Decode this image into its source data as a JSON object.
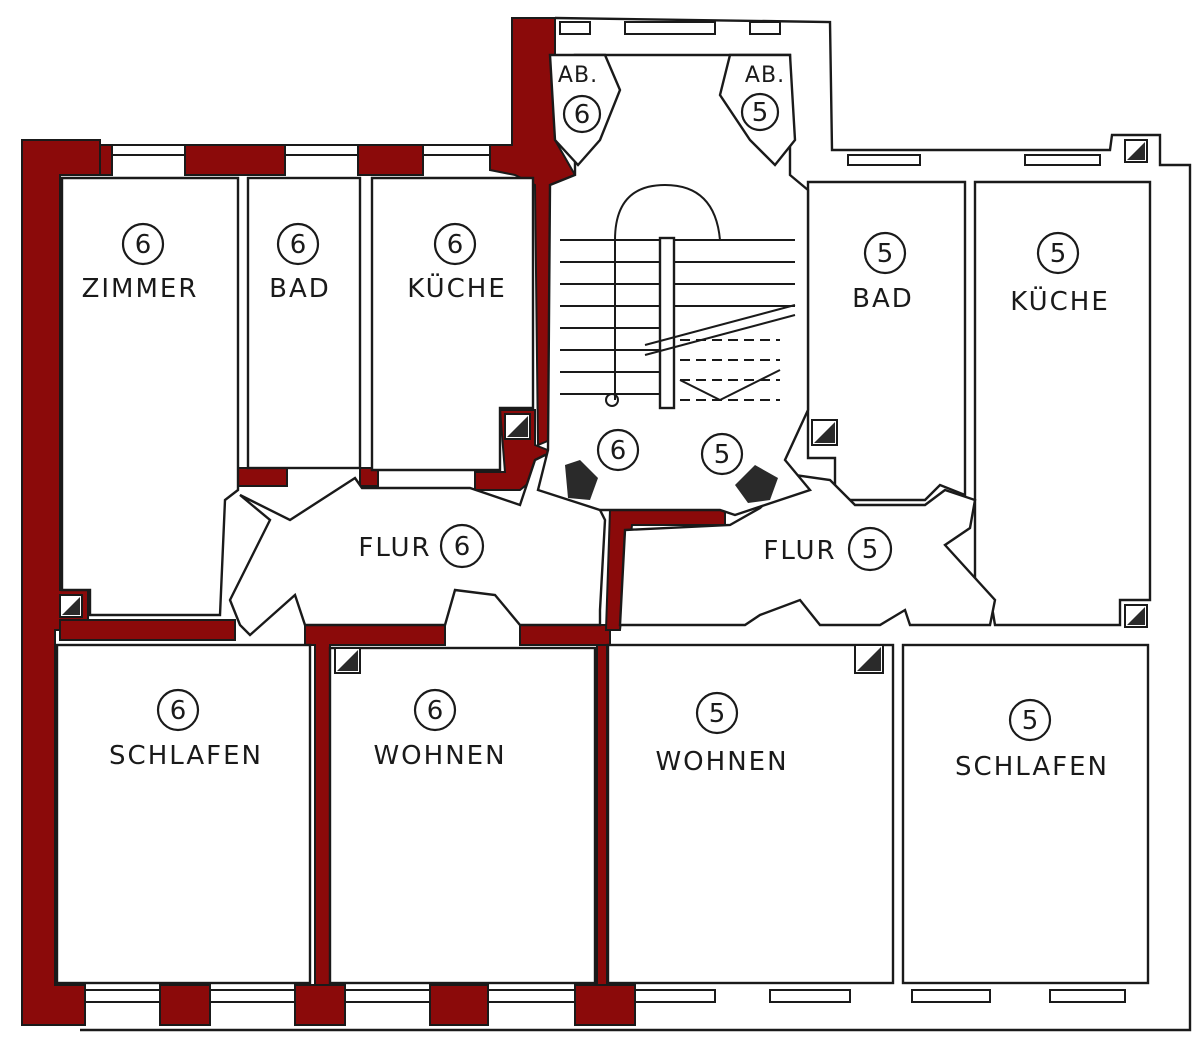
{
  "plan": {
    "apartment_6": {
      "number": "6",
      "rooms": [
        {
          "id": "zimmer",
          "label": "ZIMMER",
          "number": "6"
        },
        {
          "id": "bad",
          "label": "BAD",
          "number": "6"
        },
        {
          "id": "kueche",
          "label": "KÜCHE",
          "number": "6"
        },
        {
          "id": "schlafen",
          "label": "SCHLAFEN",
          "number": "6"
        },
        {
          "id": "wohnen",
          "label": "WOHNEN",
          "number": "6"
        }
      ],
      "flur": {
        "label": "FLUR",
        "number": "6"
      },
      "ab": {
        "label": "AB.",
        "number": "6"
      },
      "door_number": "6"
    },
    "apartment_5": {
      "number": "5",
      "rooms": [
        {
          "id": "bad",
          "label": "BAD",
          "number": "5"
        },
        {
          "id": "kueche",
          "label": "KÜCHE",
          "number": "5"
        },
        {
          "id": "wohnen",
          "label": "WOHNEN",
          "number": "5"
        },
        {
          "id": "schlafen",
          "label": "SCHLAFEN",
          "number": "5"
        }
      ],
      "flur": {
        "label": "FLUR",
        "number": "5"
      },
      "ab": {
        "label": "AB.",
        "number": "5"
      },
      "door_number": "5"
    },
    "colors": {
      "wall_highlight": "#8b0a0a",
      "line": "#1a1a1a",
      "background": "#ffffff"
    }
  }
}
